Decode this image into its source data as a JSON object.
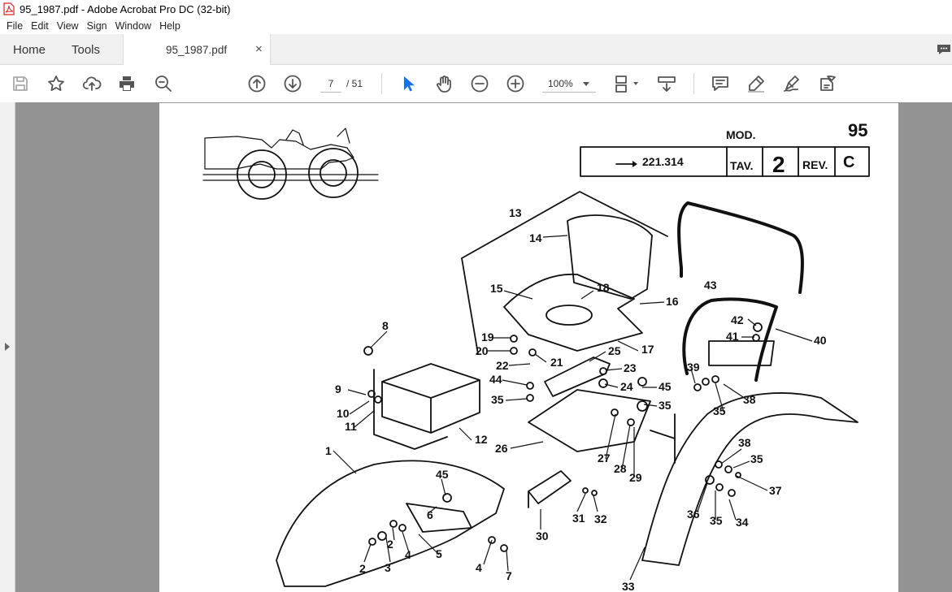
{
  "window": {
    "title": "95_1987.pdf - Adobe Acrobat Pro DC (32-bit)"
  },
  "menu": [
    "File",
    "Edit",
    "View",
    "Sign",
    "Window",
    "Help"
  ],
  "tabs": {
    "home": "Home",
    "tools": "Tools",
    "document": "95_1987.pdf",
    "close": "×"
  },
  "toolbar": {
    "current_page": "7",
    "total_pages": "/ 51",
    "zoom": "100%"
  },
  "icons": [
    "pdf-file-icon",
    "save-icon",
    "star-icon",
    "upload-icon",
    "print-icon",
    "search-zoom-icon",
    "prev-page-icon",
    "next-page-icon",
    "select-cursor-icon",
    "hand-icon",
    "zoom-out-icon",
    "zoom-in-icon",
    "page-fit-icon",
    "scroll-mode-icon",
    "comment-icon",
    "highlight-icon",
    "sign-icon",
    "fill-sign-icon",
    "chat-icon"
  ],
  "colors": {
    "accent": "#1473e6",
    "viewer_bg": "#939393",
    "tab_bg": "#f0f0f0"
  },
  "document": {
    "mod_label": "MOD.",
    "mod_number": "95",
    "ref_code": "221.314",
    "tav_label": "TAV.",
    "tav_number": "2",
    "rev_label": "REV.",
    "rev_value": "C",
    "part_labels": [
      "13",
      "14",
      "15",
      "18",
      "16",
      "8",
      "19",
      "20",
      "21",
      "25",
      "17",
      "22",
      "23",
      "44",
      "24",
      "45",
      "9",
      "35",
      "35",
      "10",
      "11",
      "12",
      "26",
      "27",
      "28",
      "29",
      "1",
      "45",
      "6",
      "2",
      "3",
      "2",
      "4",
      "5",
      "4",
      "7",
      "30",
      "31",
      "32",
      "43",
      "42",
      "41",
      "40",
      "39",
      "38",
      "35",
      "38",
      "35",
      "37",
      "36",
      "35",
      "34",
      "33"
    ]
  }
}
